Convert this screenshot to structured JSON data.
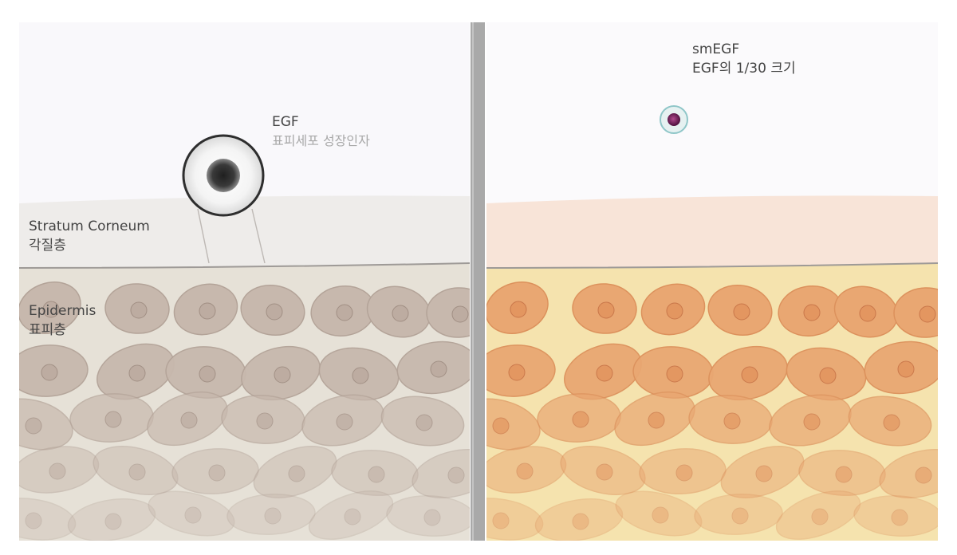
{
  "left_panel": {
    "egf_label": "EGF",
    "egf_sublabel": "표피세포 성장인자",
    "stratum_corneum_en": "Stratum Corneum",
    "stratum_corneum_ko": "각질층",
    "epidermis_en": "Epidermis",
    "epidermis_ko": "표피층"
  },
  "right_panel": {
    "smegf_label": "smEGF",
    "smegf_sublabel": "EGF의 1/30 크기"
  },
  "colors": {
    "left_sky": "#f9f8fb",
    "left_corneum": "#eeecea",
    "left_epidermis": "#e6e1d7",
    "left_cell": "#c7b8ad",
    "right_sky": "#fbfafc",
    "right_corneum": "#f8e4d8",
    "right_epidermis": "#f5e3ae",
    "right_cell": "#e9a772",
    "divider": "#a9a9a9",
    "smegf_particle": "#6b1d55"
  }
}
